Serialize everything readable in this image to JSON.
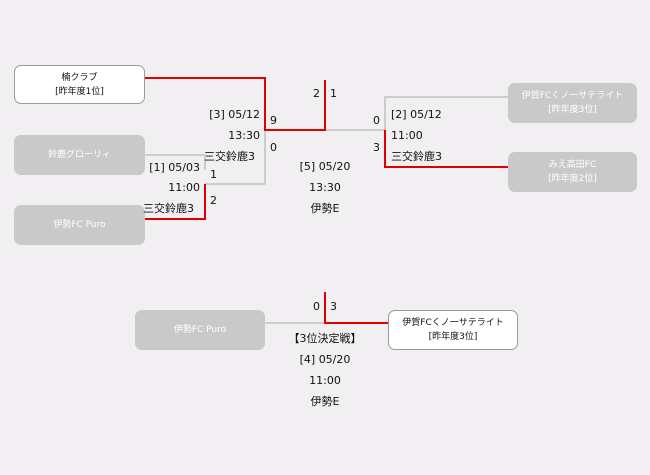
{
  "teams": {
    "kusu": {
      "name": "楠クラブ",
      "note": "[昨年度1位]"
    },
    "suzuka_glory": {
      "name": "鈴鹿グローリィ"
    },
    "ise_puro_top": {
      "name": "伊勢FC Puro"
    },
    "iga_top": {
      "name": "伊賀FCくノ一サテライト",
      "note": "[昨年度3位]"
    },
    "mie_takada": {
      "name": "みえ高田FC",
      "note": "[昨年度2位]"
    },
    "ise_puro_3rd": {
      "name": "伊勢FC Puro"
    },
    "iga_3rd": {
      "name": "伊賀FCくノ一サテライト",
      "note": "[昨年度3位]"
    }
  },
  "matches": {
    "m1": {
      "label": "[1] 05/03",
      "time": "11:00",
      "winner": "三交鈴鹿3",
      "score_top": "1",
      "score_bottom": "2"
    },
    "m2": {
      "label": "[2] 05/12",
      "time": "11:00",
      "winner": "三交鈴鹿3",
      "score_top": "0",
      "score_bottom": "3"
    },
    "m3": {
      "label": "[3] 05/12",
      "time": "13:30",
      "winner": "三交鈴鹿3",
      "score_top": "9",
      "score_bottom": "0"
    },
    "final": {
      "label": "[5] 05/20",
      "time": "13:30",
      "venue": "伊勢E",
      "score_left": "2",
      "score_right": "1"
    },
    "third": {
      "title": "【3位決定戦】",
      "label": "[4] 05/20",
      "time": "11:00",
      "venue": "伊勢E",
      "score_left": "0",
      "score_right": "3"
    }
  },
  "colors": {
    "win_line": "#e00000",
    "lose_line": "#c0c0c0",
    "lose_box": "#c9c9c9",
    "win_box": "#ffffff"
  }
}
